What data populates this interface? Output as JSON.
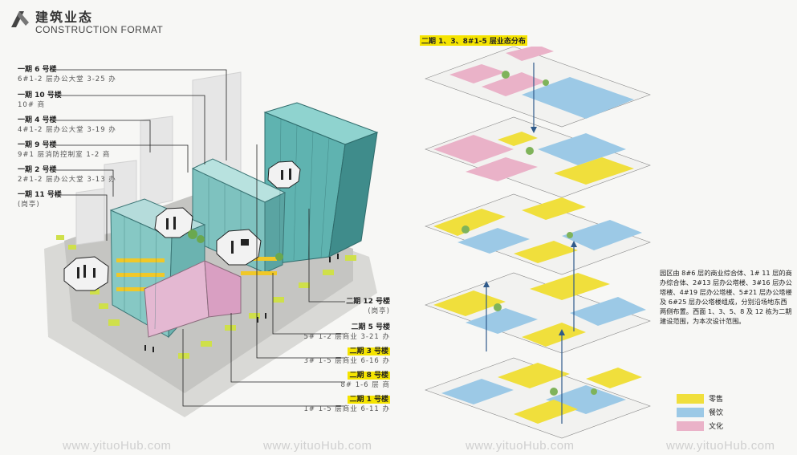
{
  "header": {
    "title_cn": "建筑业态",
    "title_en": "CONSTRUCTION FORMAT"
  },
  "left_labels": [
    {
      "name": "一期 6 号楼",
      "desc": "6#1-2 层办公大堂 3-25 办"
    },
    {
      "name": "一期 10 号楼",
      "desc": "10# 商"
    },
    {
      "name": "一期 4 号楼",
      "desc": "4#1-2 层办公大堂 3-19 办"
    },
    {
      "name": "一期 9 号楼",
      "desc": "9#1 层消防控制室 1-2 商"
    },
    {
      "name": "一期 2 号楼",
      "desc": "2#1-2 层办公大堂 3-13 办"
    },
    {
      "name": "一期 11 号楼",
      "desc": "(岗亭)"
    }
  ],
  "right_labels": [
    {
      "name": "二期 12 号楼",
      "desc": "(岗亭)"
    },
    {
      "name": "二期 5 号楼",
      "desc": "5# 1-2 层商业 3-21 办"
    },
    {
      "name": "二期 3 号楼",
      "desc": "3# 1-5 层商业 6-16 办"
    },
    {
      "name": "二期 8 号楼",
      "desc": "8# 1-6 层 商"
    },
    {
      "name": "二期 1 号楼",
      "desc": "1# 1-5 层商业 6-11 办"
    }
  ],
  "diagram_title": "二期 1、3、8#1-5 层业态分布",
  "description": "园区由 8#6 层的商业综合体、1# 11 层的商办综合体、2#13 层办公塔楼、3#16 层办公塔楼、4#19 层办公塔楼、5#21 层办公塔楼及 6#25 层办公塔楼组成，分别沿场地东西两侧布置。西面 1、3、5、8 及 12 栋为二期建设范围，为本次设计范围。",
  "legend": [
    {
      "label": "零售",
      "color": "#f0df3c"
    },
    {
      "label": "餐饮",
      "color": "#9cc9e6"
    },
    {
      "label": "文化",
      "color": "#eab2c8"
    }
  ],
  "watermarks": [
    "www.yituoHub.com",
    "www.yituoHub.com",
    "www.yituoHub.com",
    "www.yituoHub.com"
  ]
}
